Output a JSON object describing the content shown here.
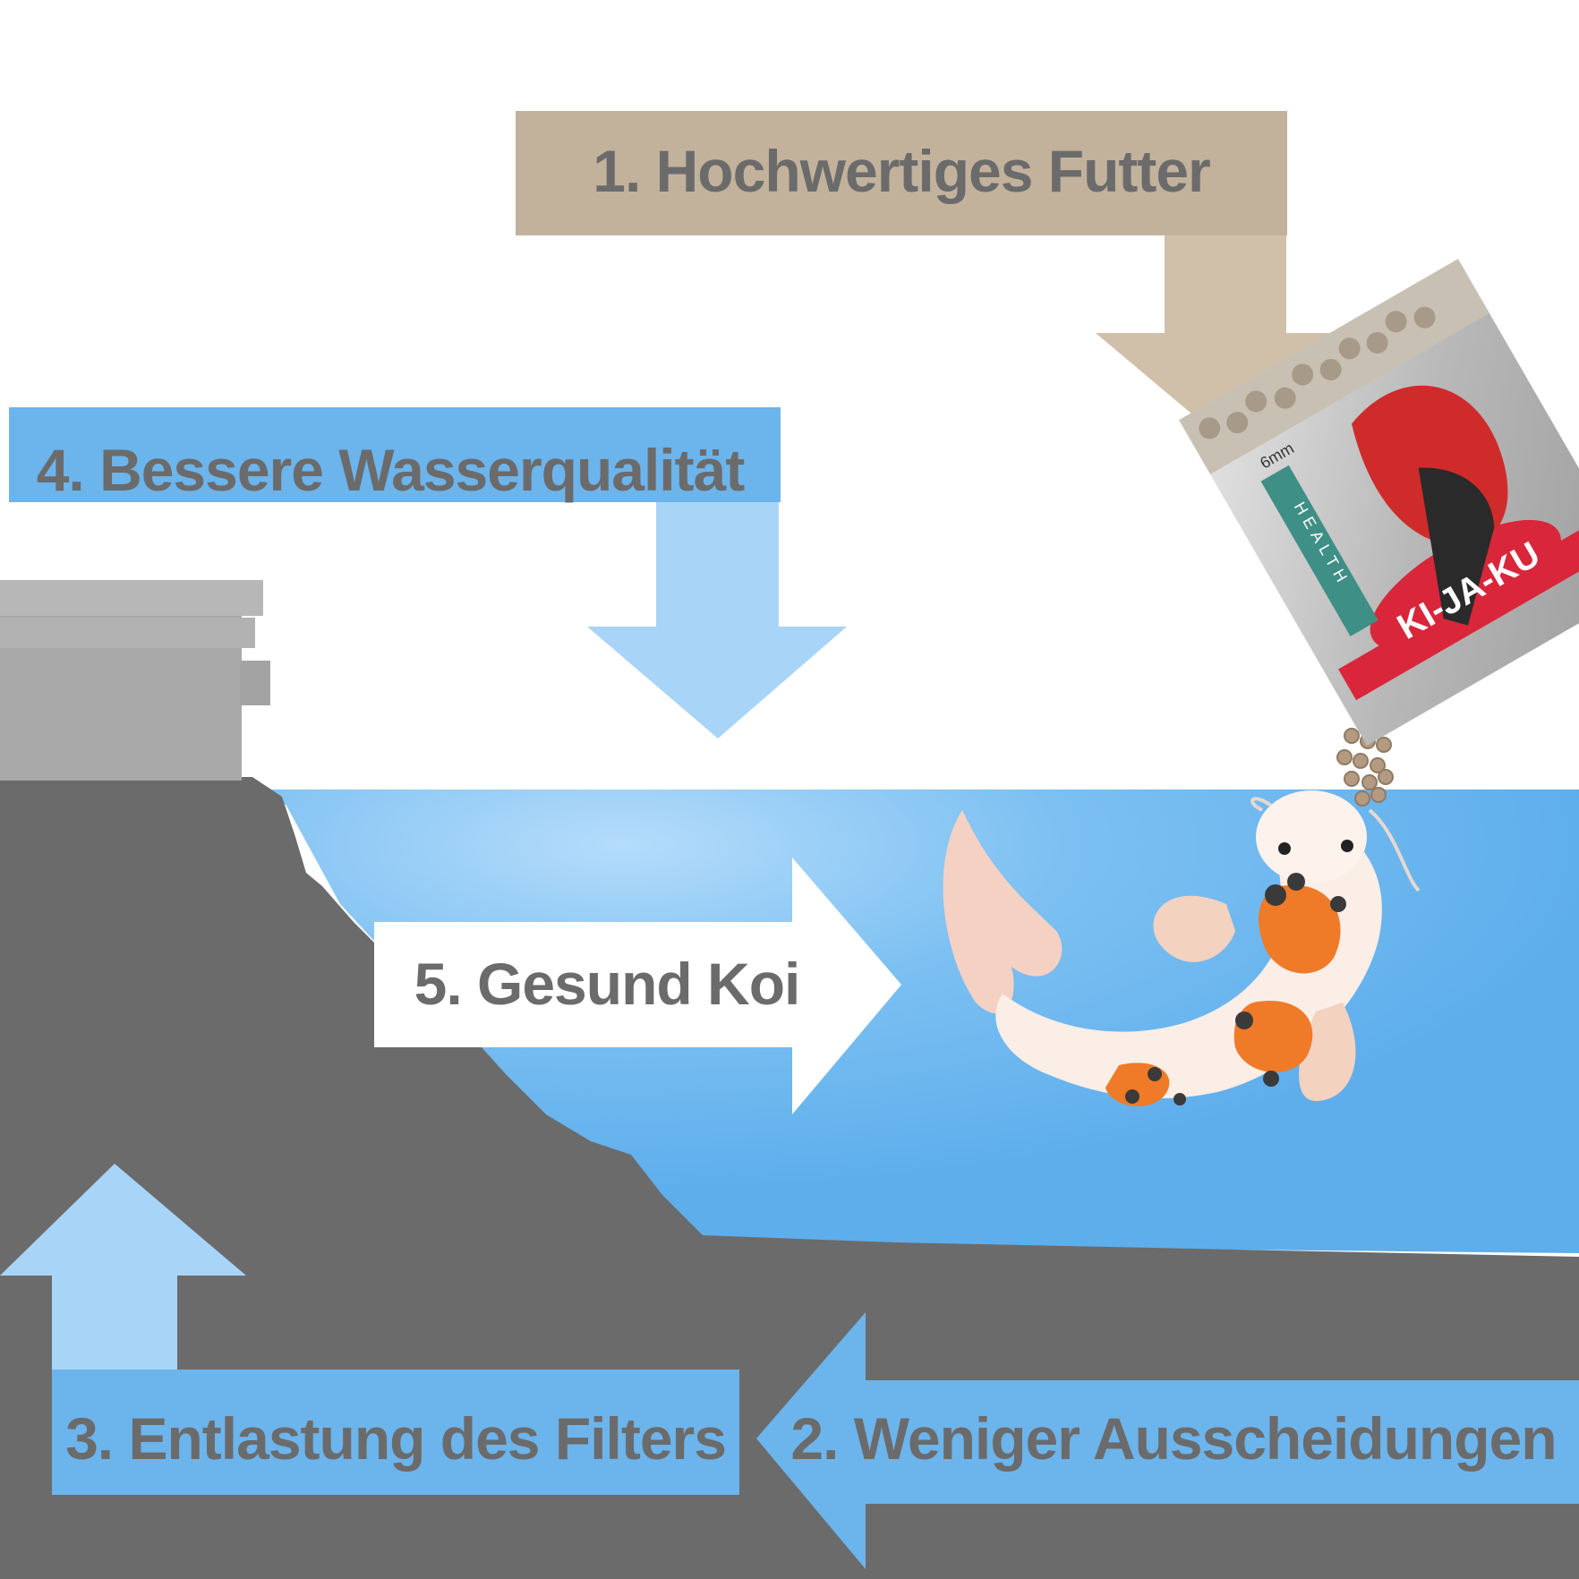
{
  "steps": [
    {
      "id": 1,
      "label": "1. Hochwertiges Futter"
    },
    {
      "id": 2,
      "label": "2. Weniger Ausscheidungen"
    },
    {
      "id": 3,
      "label": "3. Entlastung des Filters"
    },
    {
      "id": 4,
      "label": "4. Bessere Wasserqualität"
    },
    {
      "id": 5,
      "label": "5. Gesund Koi"
    }
  ],
  "product": {
    "brand": "KI-JA-KU",
    "line": "HEALTH",
    "pellet_size": "6mm"
  },
  "colors": {
    "step1": "#c2b29c",
    "step1_arrow": "#d0bfa9",
    "blue_box": "#6cb4ec",
    "blue_light": "#a8d4f7",
    "water": "#65b3ee",
    "ground": "#6b6b6b",
    "filter": "#a7a7a7",
    "text": "#6b6b6b",
    "white": "#ffffff"
  }
}
